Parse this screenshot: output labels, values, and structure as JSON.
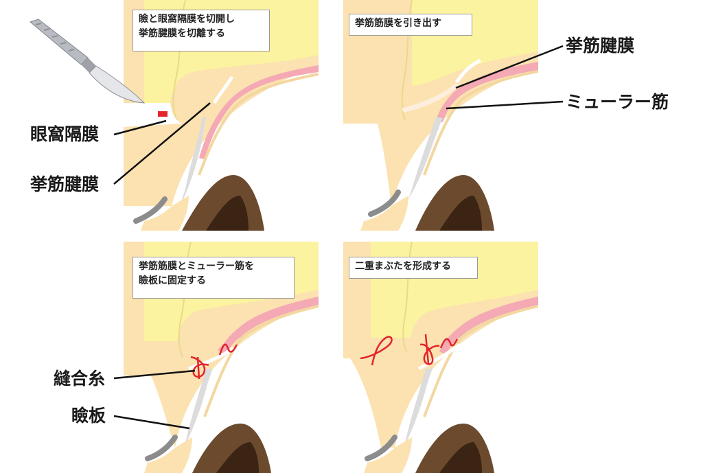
{
  "panels": [
    {
      "caption": "瞼と眼窩隔膜を切開し\n挙筋腱膜を切離する",
      "labels": [
        "眼窩隔膜",
        "挙筋腱膜"
      ]
    },
    {
      "caption": "挙筋筋膜を引き出す",
      "labels": [
        "挙筋腱膜",
        "ミューラー筋"
      ]
    },
    {
      "caption": "挙筋筋膜とミューラー筋を\n瞼板に固定する",
      "labels": [
        "縫合糸",
        "瞼板"
      ]
    },
    {
      "caption": "二重まぶたを形成する",
      "labels": []
    }
  ],
  "colors": {
    "fat": "#fbf3a0",
    "skin": "#fbe2b0",
    "muscle": "#f4a9b4",
    "tarsus": "#dcdcdc",
    "eye": "#6b4a2e",
    "suture": "#e3242b",
    "incision": "#e3242b"
  },
  "icons": [
    "scalpel-icon"
  ]
}
